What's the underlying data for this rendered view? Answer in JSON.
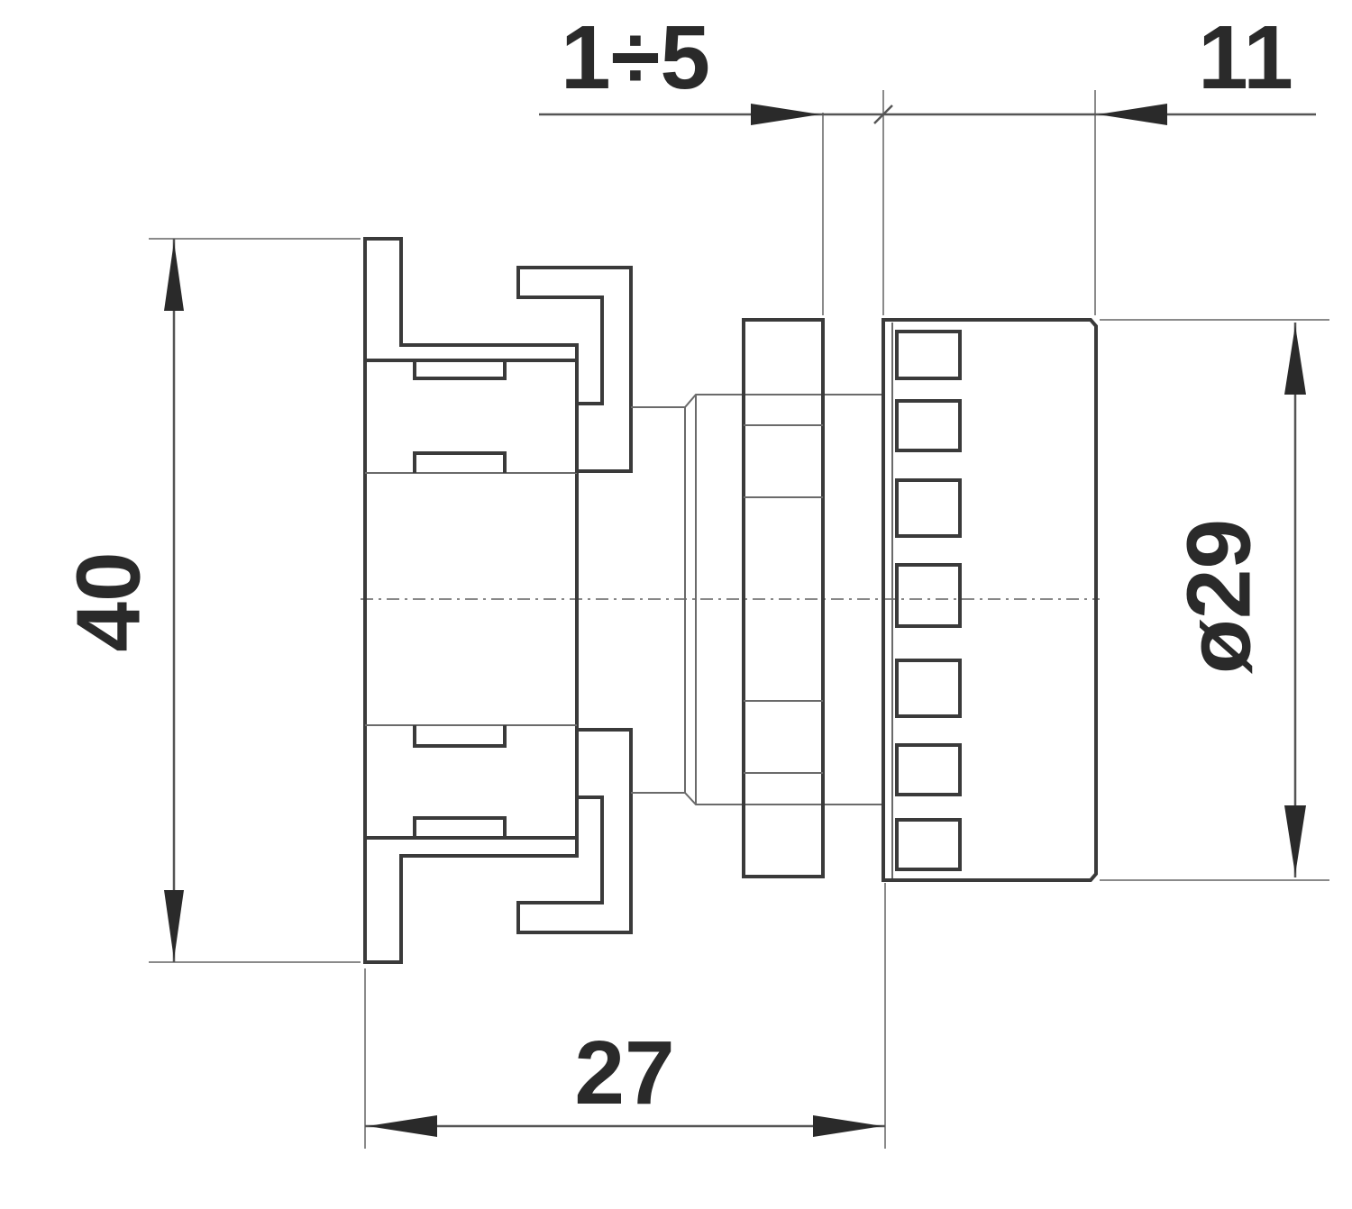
{
  "dimensions": {
    "height": "40",
    "length": "27",
    "panel_range": "1÷5",
    "cap_length": "11",
    "diameter": "ø29"
  }
}
